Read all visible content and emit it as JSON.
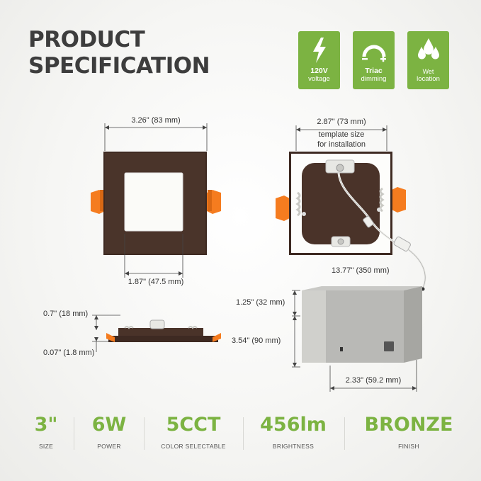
{
  "title": {
    "line1": "PRODUCT",
    "line2": "SPECIFICATION"
  },
  "badges": {
    "voltage": {
      "value": "120V",
      "label": "voltage",
      "icon": "lightning-bolt-icon"
    },
    "dimming": {
      "value": "Triac",
      "label": "dimming",
      "icon": "dimmer-dial-icon"
    },
    "location": {
      "value": "Wet",
      "label": "location",
      "icon": "water-drops-icon"
    }
  },
  "dimensions": {
    "front_width": "3.26\" (83 mm)",
    "aperture_width": "1.87\" (47.5 mm)",
    "back_width": "2.87\" (73 mm)",
    "template_line1": "template size",
    "template_line2": "for installation",
    "side_height": "0.7\" (18 mm)",
    "flange": "0.07\" (1.8 mm)",
    "cable": "13.77\" (350 mm)",
    "box_height": "1.25\" (32 mm)",
    "box_length": "3.54\" (90 mm)",
    "box_width": "2.33\" (59.2 mm)"
  },
  "specs": [
    {
      "value": "3\"",
      "label": "SIZE"
    },
    {
      "value": "6W",
      "label": "POWER"
    },
    {
      "value": "5CCT",
      "label": "COLOR SELECTABLE"
    },
    {
      "value": "456lm",
      "label": "BRIGHTNESS"
    },
    {
      "value": "BRONZE",
      "label": "FINISH"
    }
  ],
  "colors": {
    "accent": "#7cb342",
    "bronze": "#3e2a22",
    "clip": "#f57c1f",
    "title": "#3d3d3d"
  }
}
